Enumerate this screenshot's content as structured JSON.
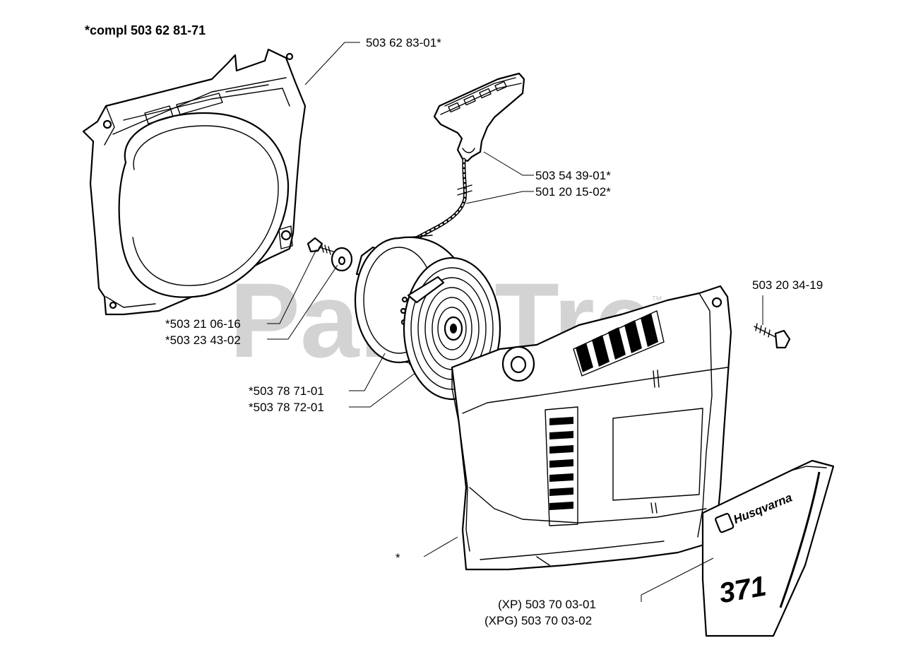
{
  "diagram": {
    "title": "*compl 503 62 81-71",
    "watermark": "PartsTree",
    "trademark": "™",
    "labels": {
      "fan_housing": "503 62 83-01*",
      "handle": "503 54 39-01*",
      "rope": "501 20 15-02*",
      "screw_right": "503 20 34-19",
      "screw_left": "*503 21 06-16",
      "washer": "*503 23 43-02",
      "pulley": "*503 78 71-01",
      "spring": "*503 78 72-01",
      "cover": "*",
      "decal_xp": "(XP) 503 70 03-01",
      "decal_xpg": "(XPG) 503 70 03-02"
    },
    "decal": {
      "brand": "Husqvarna",
      "model": "371"
    }
  }
}
